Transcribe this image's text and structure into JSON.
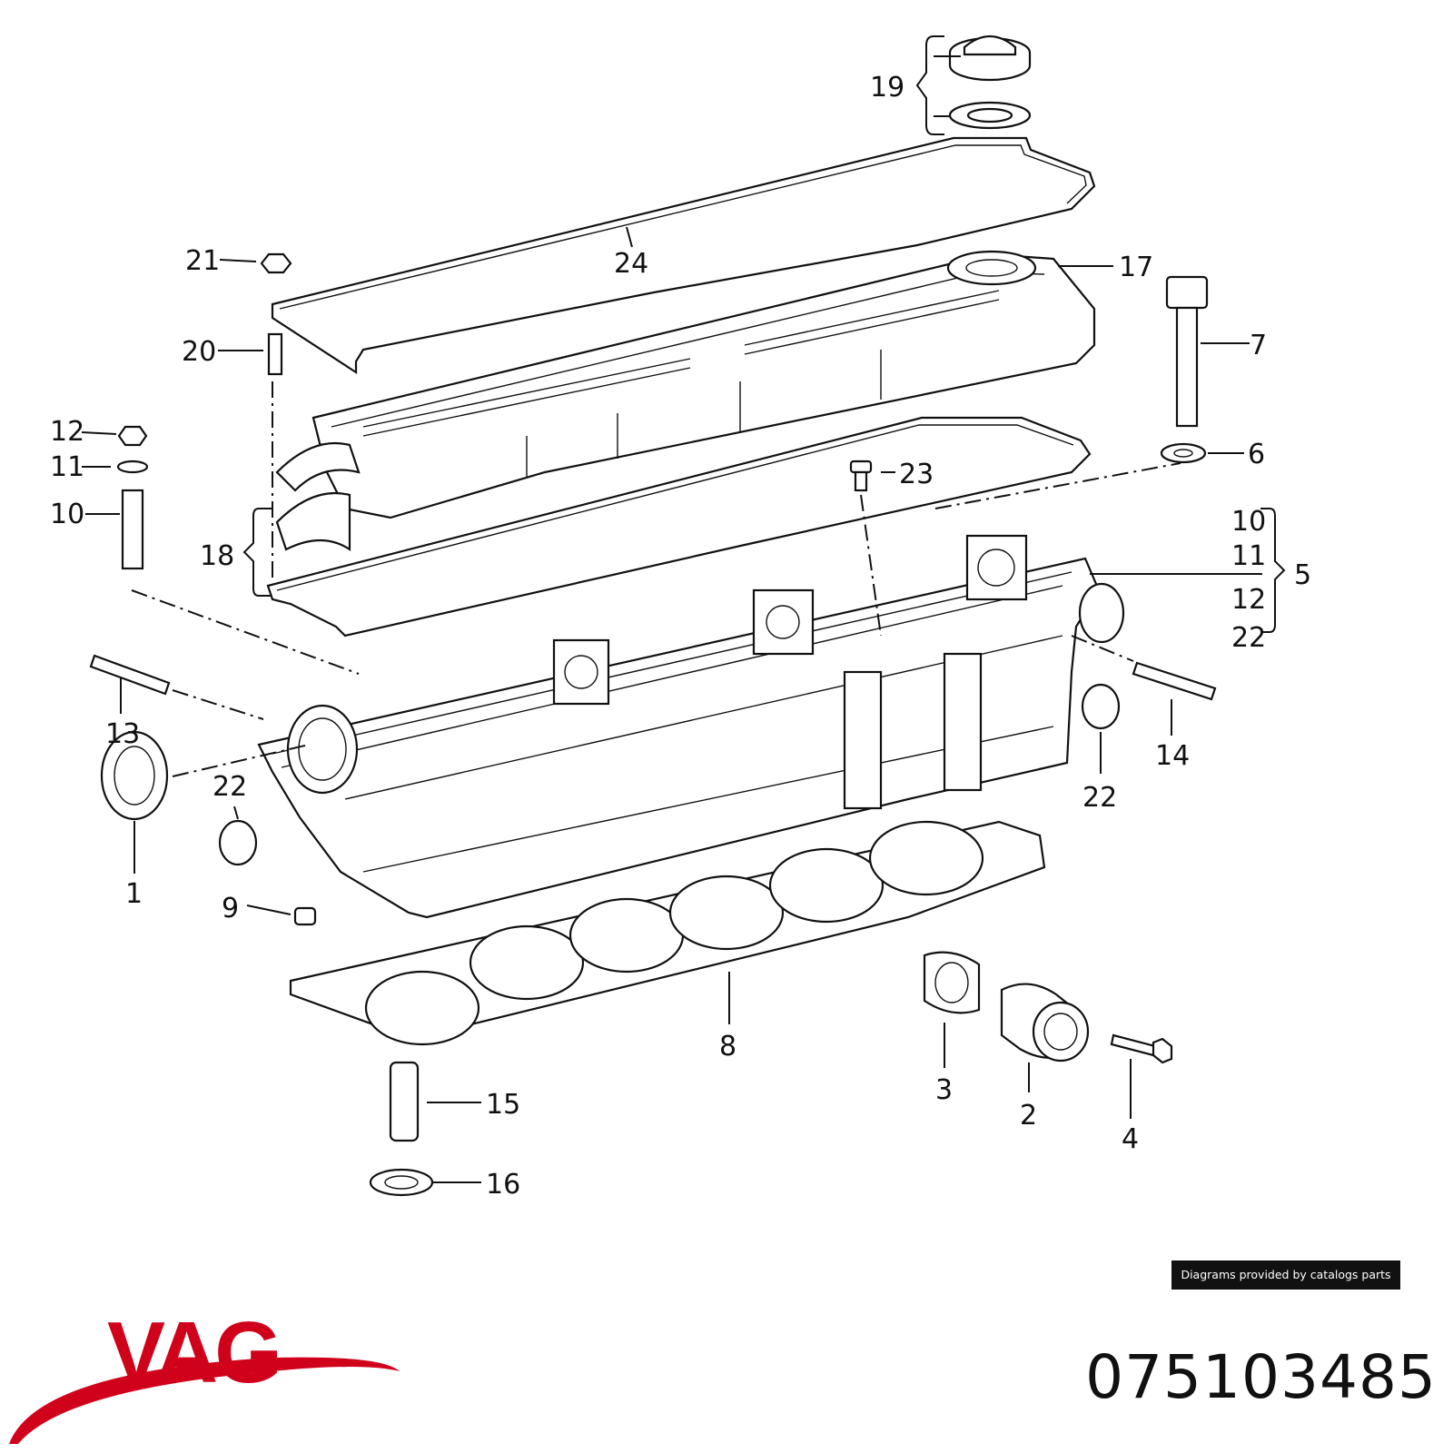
{
  "diagram": {
    "callouts": {
      "c1": "1",
      "c2": "2",
      "c3": "3",
      "c4": "4",
      "c5": "5",
      "c6": "6",
      "c7": "7",
      "c8": "8",
      "c9": "9",
      "c10": "10",
      "c11": "11",
      "c12": "12",
      "c13": "13",
      "c14": "14",
      "c15": "15",
      "c16": "16",
      "c17": "17",
      "c18": "18",
      "c19": "19",
      "c20": "20",
      "c21": "21",
      "c22a": "22",
      "c22b": "22",
      "c23": "23",
      "c24": "24",
      "grp10": "10",
      "grp11": "11",
      "grp12": "12",
      "grp22": "22"
    }
  },
  "footer": {
    "credit": "Diagrams provided by catalogs parts",
    "part_number": "075103485",
    "brand": "VAG",
    "brand_color": "#d0021b"
  }
}
